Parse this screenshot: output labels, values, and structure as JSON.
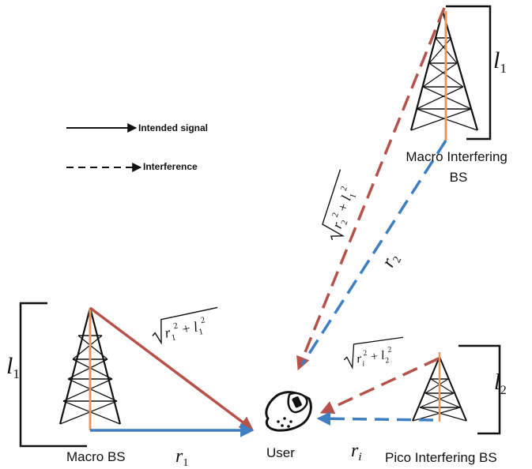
{
  "legend": {
    "intended": "Intended signal",
    "interference": "Interference"
  },
  "nodes": {
    "macro_bs": "Macro BS",
    "user": "User",
    "macro_interfering_line1": "Macro Interfering",
    "macro_interfering_line2": "BS",
    "pico_interfering": "Pico Interfering BS"
  },
  "math": {
    "l": "l",
    "r": "r",
    "sub1": "1",
    "sub2": "2",
    "subi": "i"
  },
  "colors": {
    "red_link": "#b5534b",
    "blue_link": "#3f7fc1",
    "mast": "#e39a61",
    "ink": "#111111"
  }
}
